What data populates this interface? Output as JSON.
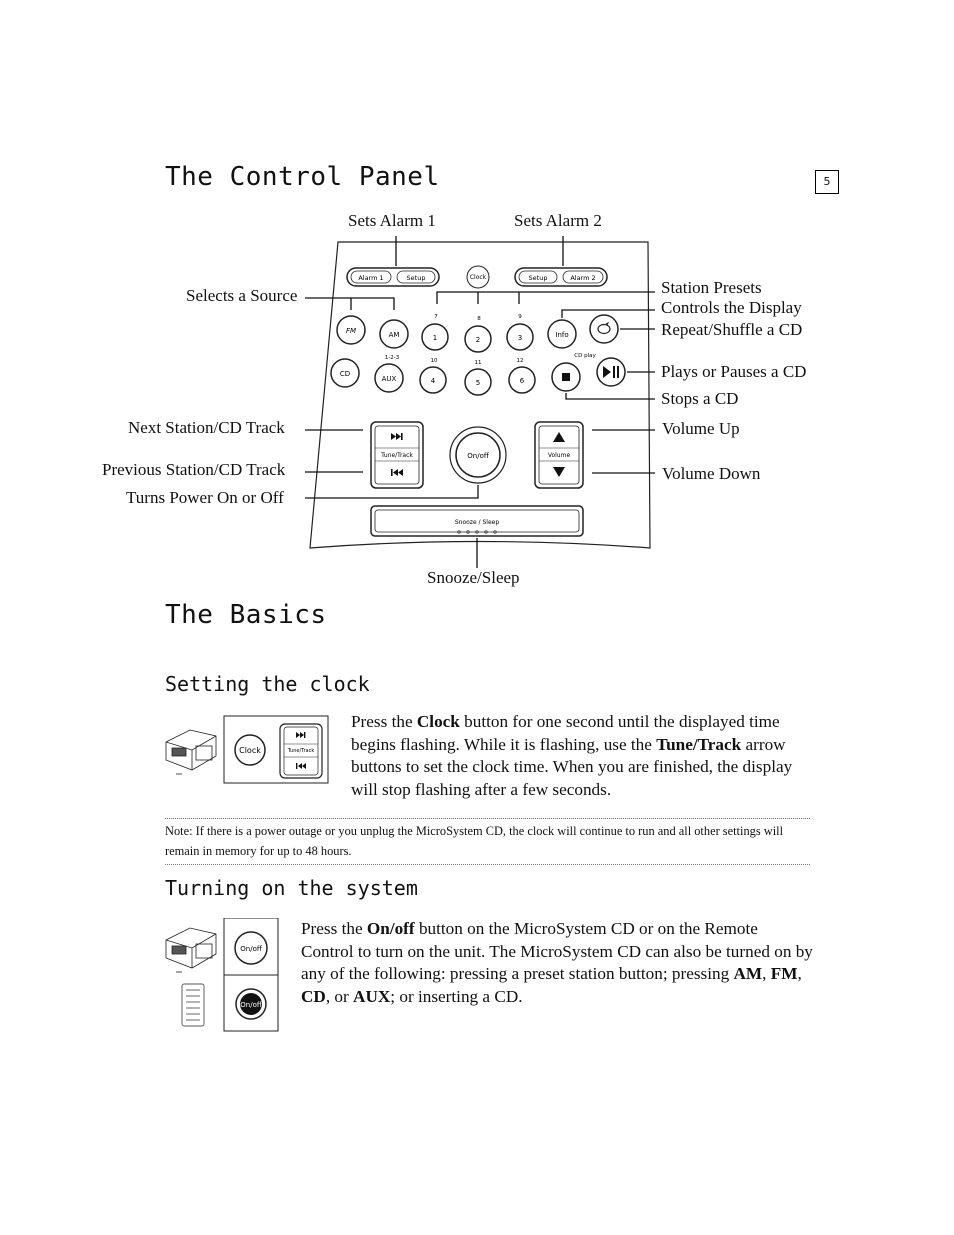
{
  "page_number": "5",
  "control_panel": {
    "heading": "The Control Panel",
    "callouts": {
      "sets_alarm_1": "Sets Alarm 1",
      "sets_alarm_2": "Sets Alarm 2",
      "selects_source": "Selects a Source",
      "station_presets": "Station Presets",
      "controls_display": "Controls the Display",
      "repeat_shuffle": "Repeat/Shuffle a CD",
      "plays_pauses": "Plays or Pauses a CD",
      "stops": "Stops a CD",
      "next_station": "Next Station/CD Track",
      "previous_station": "Previous Station/CD Track",
      "turns_power": "Turns Power On or Off",
      "volume_up": "Volume Up",
      "volume_down": "Volume Down",
      "snooze_sleep": "Snooze/Sleep"
    },
    "buttons": {
      "alarm1": "Alarm 1",
      "setup_left": "Setup",
      "clock": "Clock",
      "setup_right": "Setup",
      "alarm2": "Alarm 2",
      "fm": "FM",
      "am": "AM",
      "cd": "CD",
      "aux": "AUX",
      "aux_caption": "1-2-3",
      "preset_numbers": [
        "1",
        "2",
        "3",
        "4",
        "5",
        "6"
      ],
      "preset_upper": [
        "7",
        "8",
        "9",
        "10",
        "11",
        "12"
      ],
      "info": "Info",
      "cd_play": "CD play",
      "tune_track": "Tune/Track",
      "on_off": "On/off",
      "volume": "Volume",
      "snooze_sleep": "Snooze / Sleep"
    }
  },
  "basics": {
    "heading": "The Basics",
    "setting_clock": {
      "heading": "Setting the clock",
      "clock_btn": "Clock",
      "tune_track_btn": "Tune/Track",
      "text_1": "Press the ",
      "bold_1": "Clock",
      "text_2": " button for one second until the displayed time begins flashing. While it is flashing, use the ",
      "bold_2": "Tune/Track",
      "text_3": " arrow buttons to set the clock time. When you are finished, the display will stop flashing after a few seconds."
    },
    "note": "Note: If there is a power outage or you unplug the MicroSystem CD, the clock will continue to run and all other settings will remain in memory for up to 48 hours.",
    "turning_on": {
      "heading": "Turning on the system",
      "onoff_btn": "On/off",
      "remote_onoff": "On/off",
      "text_1": "Press the ",
      "bold_1": "On/off",
      "text_2": " button on the MicroSystem CD or on the Remote Control to turn on the unit. The MicroSystem CD can also be turned on by any of the following: pressing a preset station button; pressing ",
      "bold_am": "AM",
      "sep_1": ", ",
      "bold_fm": "FM",
      "sep_2": ", ",
      "bold_cd": "CD",
      "sep_3": ", or ",
      "bold_aux": "AUX",
      "text_3": "; or inserting a CD."
    }
  }
}
